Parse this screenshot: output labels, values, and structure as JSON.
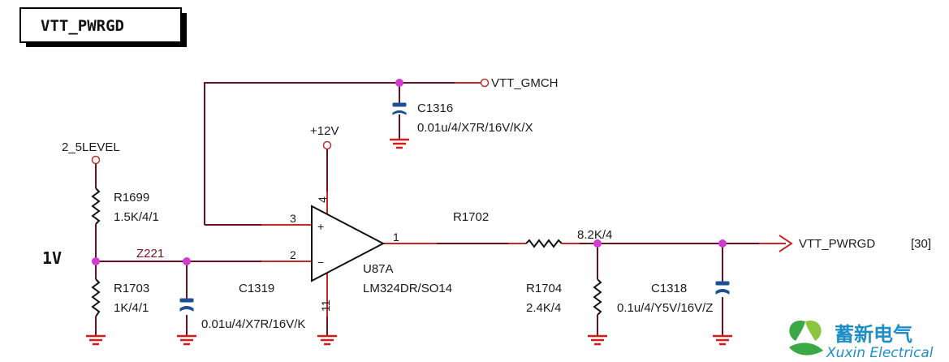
{
  "title": "VTT_PWRGD",
  "nets": {
    "vtt_gmch": "VTT_GMCH",
    "level": "2_5LEVEL",
    "supply": "+12V",
    "vref": "1V",
    "z221": "Z221",
    "out": "VTT_PWRGD",
    "out_ref": "[30]"
  },
  "components": {
    "c1316": {
      "ref": "C1316",
      "value": "0.01u/4/X7R/16V/K/X"
    },
    "r1699": {
      "ref": "R1699",
      "value": "1.5K/4/1"
    },
    "r1703": {
      "ref": "R1703",
      "value": "1K/4/1"
    },
    "c1319": {
      "ref": "C1319",
      "value": "0.01u/4/X7R/16V/K"
    },
    "u87a": {
      "ref": "U87A",
      "value": "LM324DR/SO14"
    },
    "r1702": {
      "ref": "R1702",
      "value": "8.2K/4"
    },
    "r1704": {
      "ref": "R1704",
      "value": "2.4K/4"
    },
    "c1318": {
      "ref": "C1318",
      "value": "0.1u/4/Y5V/16V/Z"
    }
  },
  "pins": {
    "p4": "4",
    "p3": "3",
    "p2": "2",
    "p1": "1",
    "p11": "11",
    "plus": "+",
    "minus": "−"
  },
  "logo": {
    "cn": "蓄新电气",
    "en": "Xuxin Electrical"
  },
  "colors": {
    "wire": "#6b1020",
    "pin_wire": "#c62828",
    "junction": "#d23ad2",
    "ground": "#d21c1c",
    "component": "#111111",
    "logo_blue": "#1d8fc6",
    "logo_green": "#3aa845"
  }
}
